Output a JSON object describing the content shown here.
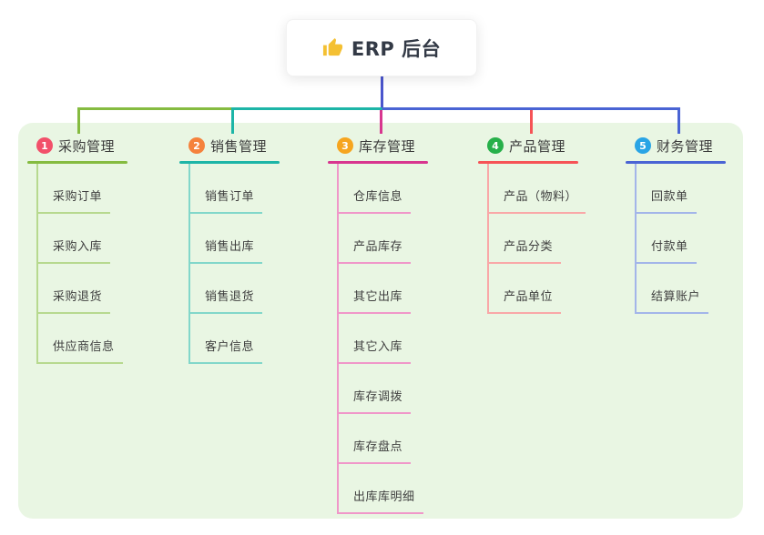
{
  "root": {
    "title": "ERP 后台",
    "icon": "thumbs-up-icon"
  },
  "theme": {
    "canvas_bg": "#ffffff",
    "panel_bg": "#e9f6e3",
    "card_bg": "#ffffff",
    "stem_color": "#4a55cd",
    "title_color": "#333a46",
    "text_color": "#3f3f3f",
    "icon_color": "#f4c033"
  },
  "branches": [
    {
      "number": "1",
      "label": "采购管理",
      "badge_color": "#f2506a",
      "line_color": "#85bb40",
      "child_line_color": "#b7d98f",
      "children": [
        "采购订单",
        "采购入库",
        "采购退货",
        "供应商信息"
      ]
    },
    {
      "number": "2",
      "label": "销售管理",
      "badge_color": "#f5823c",
      "line_color": "#1db5a7",
      "child_line_color": "#82d7ca",
      "children": [
        "销售订单",
        "销售出库",
        "销售退货",
        "客户信息"
      ]
    },
    {
      "number": "3",
      "label": "库存管理",
      "badge_color": "#f6a51f",
      "line_color": "#d8368f",
      "child_line_color": "#f097c9",
      "children": [
        "仓库信息",
        "产品库存",
        "其它出库",
        "其它入库",
        "库存调拨",
        "库存盘点",
        "出库库明细"
      ]
    },
    {
      "number": "4",
      "label": "产品管理",
      "badge_color": "#27b04a",
      "line_color": "#f65356",
      "child_line_color": "#f9a8a8",
      "children": [
        "产品（物料）",
        "产品分类",
        "产品单位"
      ]
    },
    {
      "number": "5",
      "label": "财务管理",
      "badge_color": "#29a4e5",
      "line_color": "#4a64d4",
      "child_line_color": "#a3b5e9",
      "children": [
        "回款单",
        "付款单",
        "结算账户"
      ]
    }
  ]
}
